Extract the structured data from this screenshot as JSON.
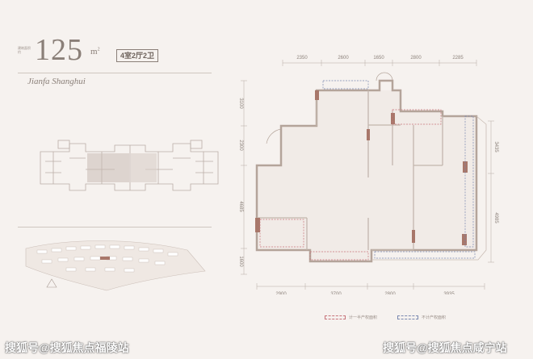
{
  "unit": {
    "area_label": "建筑面积约",
    "area_value": "125",
    "area_unit": "m",
    "area_sup": "2",
    "layout": "4室2厅2卫",
    "brand": "Jianfa Shanghui"
  },
  "dimensions": {
    "top": [
      "2350",
      "2600",
      "1650",
      "2800",
      "2285"
    ],
    "bottom": [
      "2900",
      "3700",
      "2800",
      "3935"
    ],
    "left": [
      "3100",
      "2300",
      "4685",
      "1600"
    ],
    "right": [
      "3435",
      "4985"
    ]
  },
  "legend": {
    "red_label": "计一半产权面积",
    "blue_label": "不计产权面积",
    "red_color": "#c7747a",
    "blue_color": "#7a88b0",
    "wall_color": "#b4a49a",
    "accent_color": "#a8776a"
  },
  "watermark": {
    "left": "搜狐号@搜狐焦点福陵站",
    "right": "搜狐号@搜狐焦点咸宁站"
  }
}
